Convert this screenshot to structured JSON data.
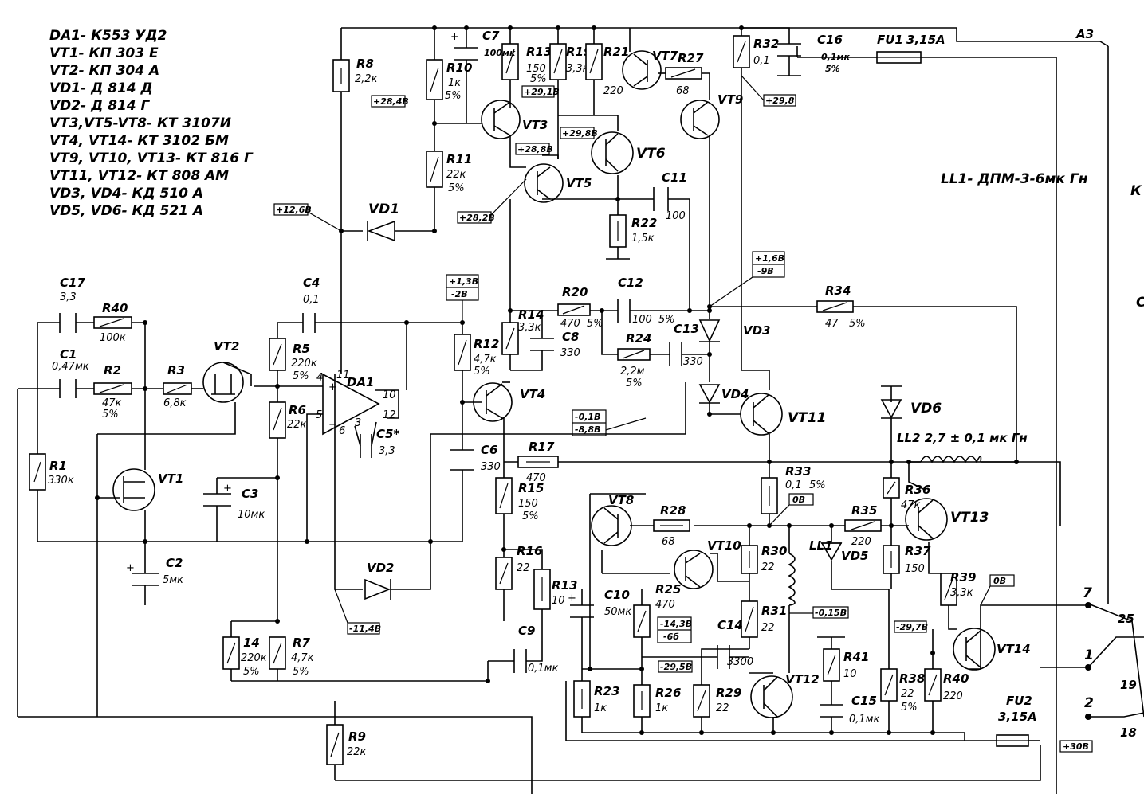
{
  "legend": [
    "DA1- К553 УД2",
    "VT1- КП 303 Е",
    "VT2- КП 304 А",
    "VD1- Д 814 Д",
    "VD2- Д 814 Г",
    "VT3,VT5-VT8- КТ 3107И",
    "VT4, VT14- КТ 3102 БМ",
    "VT9, VT10, VT13- КТ 816 Г",
    "VT11, VT12- КТ 808 АМ",
    "VD3, VD4- КД 510 А",
    "VD5, VD6- КД 521 А"
  ],
  "inductor_note": "LL1- ДПМ-3-6мк Гн",
  "inductor_L2": "LL2 2,7 ± 0,1 мк Гн",
  "connector_A3": "A3",
  "fuses": {
    "fu1_name": "FU1",
    "fu1_value": "3,15А",
    "fu2_name": "FU2",
    "fu2_value": "3,15А"
  },
  "resistors": {
    "R1": {
      "n": "R1",
      "v": "330к"
    },
    "R2": {
      "n": "R2",
      "v": "47к",
      "t": "5%"
    },
    "R3": {
      "n": "R3",
      "v": "6,8к"
    },
    "R40": {
      "n": "R40",
      "v": "100к"
    },
    "R5": {
      "n": "R5",
      "v": "220к",
      "t": "5%"
    },
    "R6": {
      "n": "R6",
      "v": "22к"
    },
    "R7": {
      "n": "R7",
      "v": "4,7к",
      "t": "5%"
    },
    "R14a": {
      "n": "14",
      "v": "220к",
      "t": "5%"
    },
    "R8": {
      "n": "R8",
      "v": "2,2к"
    },
    "R9": {
      "n": "R9",
      "v": "22к"
    },
    "R10": {
      "n": "R10",
      "v": "1к",
      "t": "5%"
    },
    "R11": {
      "n": "R11",
      "v": "22к",
      "t": "5%"
    },
    "R12": {
      "n": "R12",
      "v": "4,7к",
      "t": "5%"
    },
    "R13": {
      "n": "R13",
      "v": "150",
      "t": "5%"
    },
    "R19": {
      "n": "R19",
      "v": "3,3к"
    },
    "R21": {
      "n": "R21",
      "v": "220"
    },
    "R27": {
      "n": "R27",
      "v": "68"
    },
    "R32": {
      "n": "R32",
      "v": "0,1"
    },
    "R14": {
      "n": "R14",
      "v": "3,3к"
    },
    "R20": {
      "n": "R20",
      "v": "470",
      "t": "5%"
    },
    "R24": {
      "n": "R24",
      "v": "2,2м",
      "t": "5%"
    },
    "R22": {
      "n": "R22",
      "v": "1,5к"
    },
    "R34": {
      "n": "R34",
      "v": "47",
      "t": "5%"
    },
    "R15": {
      "n": "R15",
      "v": "150",
      "t": "5%"
    },
    "R16": {
      "n": "R16",
      "v": "22"
    },
    "R18": {
      "n": "R13",
      "v": "10"
    },
    "R17": {
      "n": "R17",
      "v": "470"
    },
    "R33": {
      "n": "R33",
      "v": "0,1",
      "t": "5%"
    },
    "R28": {
      "n": "R28",
      "v": "68"
    },
    "R25": {
      "n": "R25",
      "v": "470"
    },
    "R23": {
      "n": "R23",
      "v": "1к"
    },
    "R26": {
      "n": "R26",
      "v": "1к"
    },
    "R29": {
      "n": "R29",
      "v": "22"
    },
    "R30": {
      "n": "R30",
      "v": "22"
    },
    "R31": {
      "n": "R31",
      "v": "22"
    },
    "R41": {
      "n": "R41",
      "v": "10"
    },
    "R35": {
      "n": "R35",
      "v": "220"
    },
    "R36": {
      "n": "R36",
      "v": "47к"
    },
    "R37": {
      "n": "R37",
      "v": "150"
    },
    "R38": {
      "n": "R38",
      "v": "22",
      "t": "5%"
    },
    "R39": {
      "n": "R39",
      "v": "3,3к"
    },
    "R40b": {
      "n": "R40",
      "v": "220"
    }
  },
  "capacitors": {
    "C17": {
      "n": "C17",
      "v": "3,3"
    },
    "C1": {
      "n": "C1",
      "v": "0,47мк"
    },
    "C2": {
      "n": "C2",
      "v": "5мк"
    },
    "C3": {
      "n": "C3",
      "v": "10мк"
    },
    "C4": {
      "n": "C4",
      "v": "0,1"
    },
    "C5": {
      "n": "C5*",
      "v": "3,3"
    },
    "C6": {
      "n": "C6",
      "v": "330"
    },
    "C7": {
      "n": "C7",
      "v": "100мк"
    },
    "C8": {
      "n": "C8",
      "v": "330"
    },
    "C9": {
      "n": "C9",
      "v": "0,1мк"
    },
    "C10": {
      "n": "C10",
      "v": "50мк"
    },
    "C11": {
      "n": "C11",
      "v": "100"
    },
    "C12": {
      "n": "C12",
      "v": "100",
      "t": "5%"
    },
    "C13": {
      "n": "C13",
      "v": "330"
    },
    "C14": {
      "n": "C14",
      "v": "3300"
    },
    "C15": {
      "n": "C15",
      "v": "0,1мк"
    },
    "C16": {
      "n": "C16",
      "v": "0,1мк",
      "t": "5%"
    }
  },
  "transistors": [
    "VT1",
    "VT2",
    "VT3",
    "VT4",
    "VT5",
    "VT6",
    "VT7",
    "VT8",
    "VT9",
    "VT10",
    "VT11",
    "VT12",
    "VT13",
    "VT14"
  ],
  "diodes": [
    "VD1",
    "VD2",
    "VD3",
    "VD4",
    "VD5",
    "VD6"
  ],
  "opamp": {
    "n": "DA1",
    "p11": "11",
    "p10": "10",
    "p12": "12",
    "p4": "4",
    "p5": "5",
    "p6": "6",
    "p3": "3"
  },
  "voltages": {
    "v1": "+28,4В",
    "v2": "+29,1В",
    "v3": "+29,8В",
    "v4": "+28,8В",
    "v5": "+28,2В",
    "v6": "+12,6В",
    "v7": "+29,8",
    "v8a": "+1,3В",
    "v8b": "-2В",
    "v9a": "+1,6В",
    "v9b": "-9В",
    "v10a": "-0,1В",
    "v10b": "-8,8В",
    "v11": "0В",
    "v12": "-11,4В",
    "v13a": "-14,3В",
    "v13b": "-6б",
    "v14": "-29,5В",
    "v15": "-0,15В",
    "v16": "-29,7В",
    "v17": "0В",
    "v18": "+30В"
  },
  "pins": {
    "p7": "7",
    "p1": "1",
    "p2": "2",
    "p25": "25",
    "p19": "19",
    "p18": "18",
    "k": "К",
    "c": "С"
  }
}
